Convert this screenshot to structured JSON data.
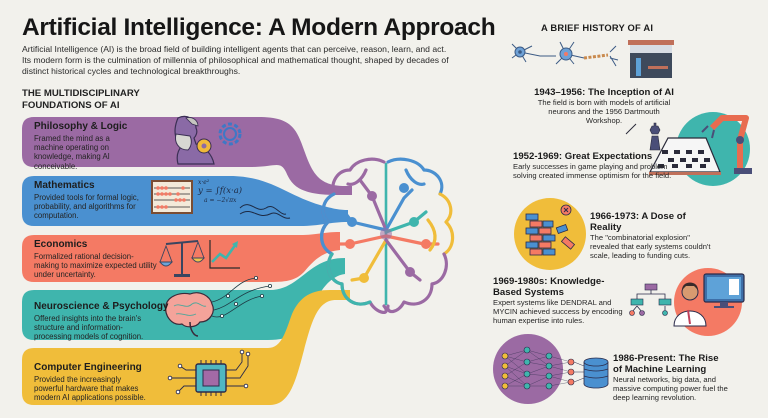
{
  "header": {
    "title": "Artificial Intelligence: A Modern Approach",
    "intro": "Artificial Intelligence (AI) is the broad field of building intelligent agents that can perceive, reason, learn, and act. Its modern form is the culmination of millennia of philosophical and mathematical thought, shaped by decades of distinct historical cycles and technological breakthroughs."
  },
  "foundations": {
    "heading_line1": "The Multidisciplinary",
    "heading_line2": "Foundations of AI",
    "items": [
      {
        "title": "Philosophy & Logic",
        "desc": "Framed the mind as a machine operating on knowledge, making AI conceivable.",
        "color": "#9b6aa3",
        "icon": "philosopher-gear-icon"
      },
      {
        "title": "Mathematics",
        "desc": "Provided tools for formal logic, probability, and algorithms for computation.",
        "color": "#4a90d0",
        "icon": "abacus-formula-icon"
      },
      {
        "title": "Economics",
        "desc": "Formalized rational decision-making to maximize expected utility under uncertainty.",
        "color": "#f47a64",
        "icon": "scales-chart-icon"
      },
      {
        "title": "Neuroscience & Psychology",
        "desc": "Offered insights into the brain's structure and information-processing models of cognition.",
        "color": "#3fb5ad",
        "icon": "brain-icon"
      },
      {
        "title": "Computer Engineering",
        "desc": "Provided the increasingly powerful hardware that makes modern AI applications possible.",
        "color": "#f0bd3a",
        "icon": "microchip-icon"
      }
    ],
    "formula": {
      "line1": "x·e²",
      "line2": "y = ∫f(x·a)",
      "line3": "a = −2√πx"
    }
  },
  "history": {
    "heading": "A Brief History of AI",
    "eras": [
      {
        "title": "1943–1956: The Inception of AI",
        "desc": "The field is born with models of artificial neurons and the 1956 Dartmouth Workshop.",
        "icon": "neuron-workshop-icon"
      },
      {
        "title": "1952-1969: Great Expectations",
        "desc": "Early successes in game playing and problem solving created immense optimism for the field.",
        "icon": "chess-robot-arm-icon",
        "circle_color": "#3fb5ad"
      },
      {
        "title": "1966-1973: A Dose of Reality",
        "desc": "The \"combinatorial explosion\" revealed that early systems couldn't scale, leading to funding cuts.",
        "icon": "crumbling-wall-icon",
        "circle_color": "#f0bd3a"
      },
      {
        "title_line1": "1969-1980s: Knowledge-",
        "title_line2": "Based Systems",
        "desc": "Expert systems like DENDRAL and MYCIN achieved success by encoding human expertise into rules.",
        "icon": "expert-doctor-icon",
        "circle_color": "#f47a64"
      },
      {
        "title_line1": "1986-Present: The Rise",
        "title_line2": "of Machine Learning",
        "desc": "Neural networks, big data, and massive computing power fuel the deep learning revolution.",
        "icon": "neural-network-database-icon",
        "circle_color": "#9b6aa3"
      }
    ]
  },
  "colors": {
    "background": "#f2f1ec",
    "purple": "#9b6aa3",
    "blue": "#4a90d0",
    "coral": "#f47a64",
    "teal": "#3fb5ad",
    "yellow": "#f0bd3a"
  }
}
